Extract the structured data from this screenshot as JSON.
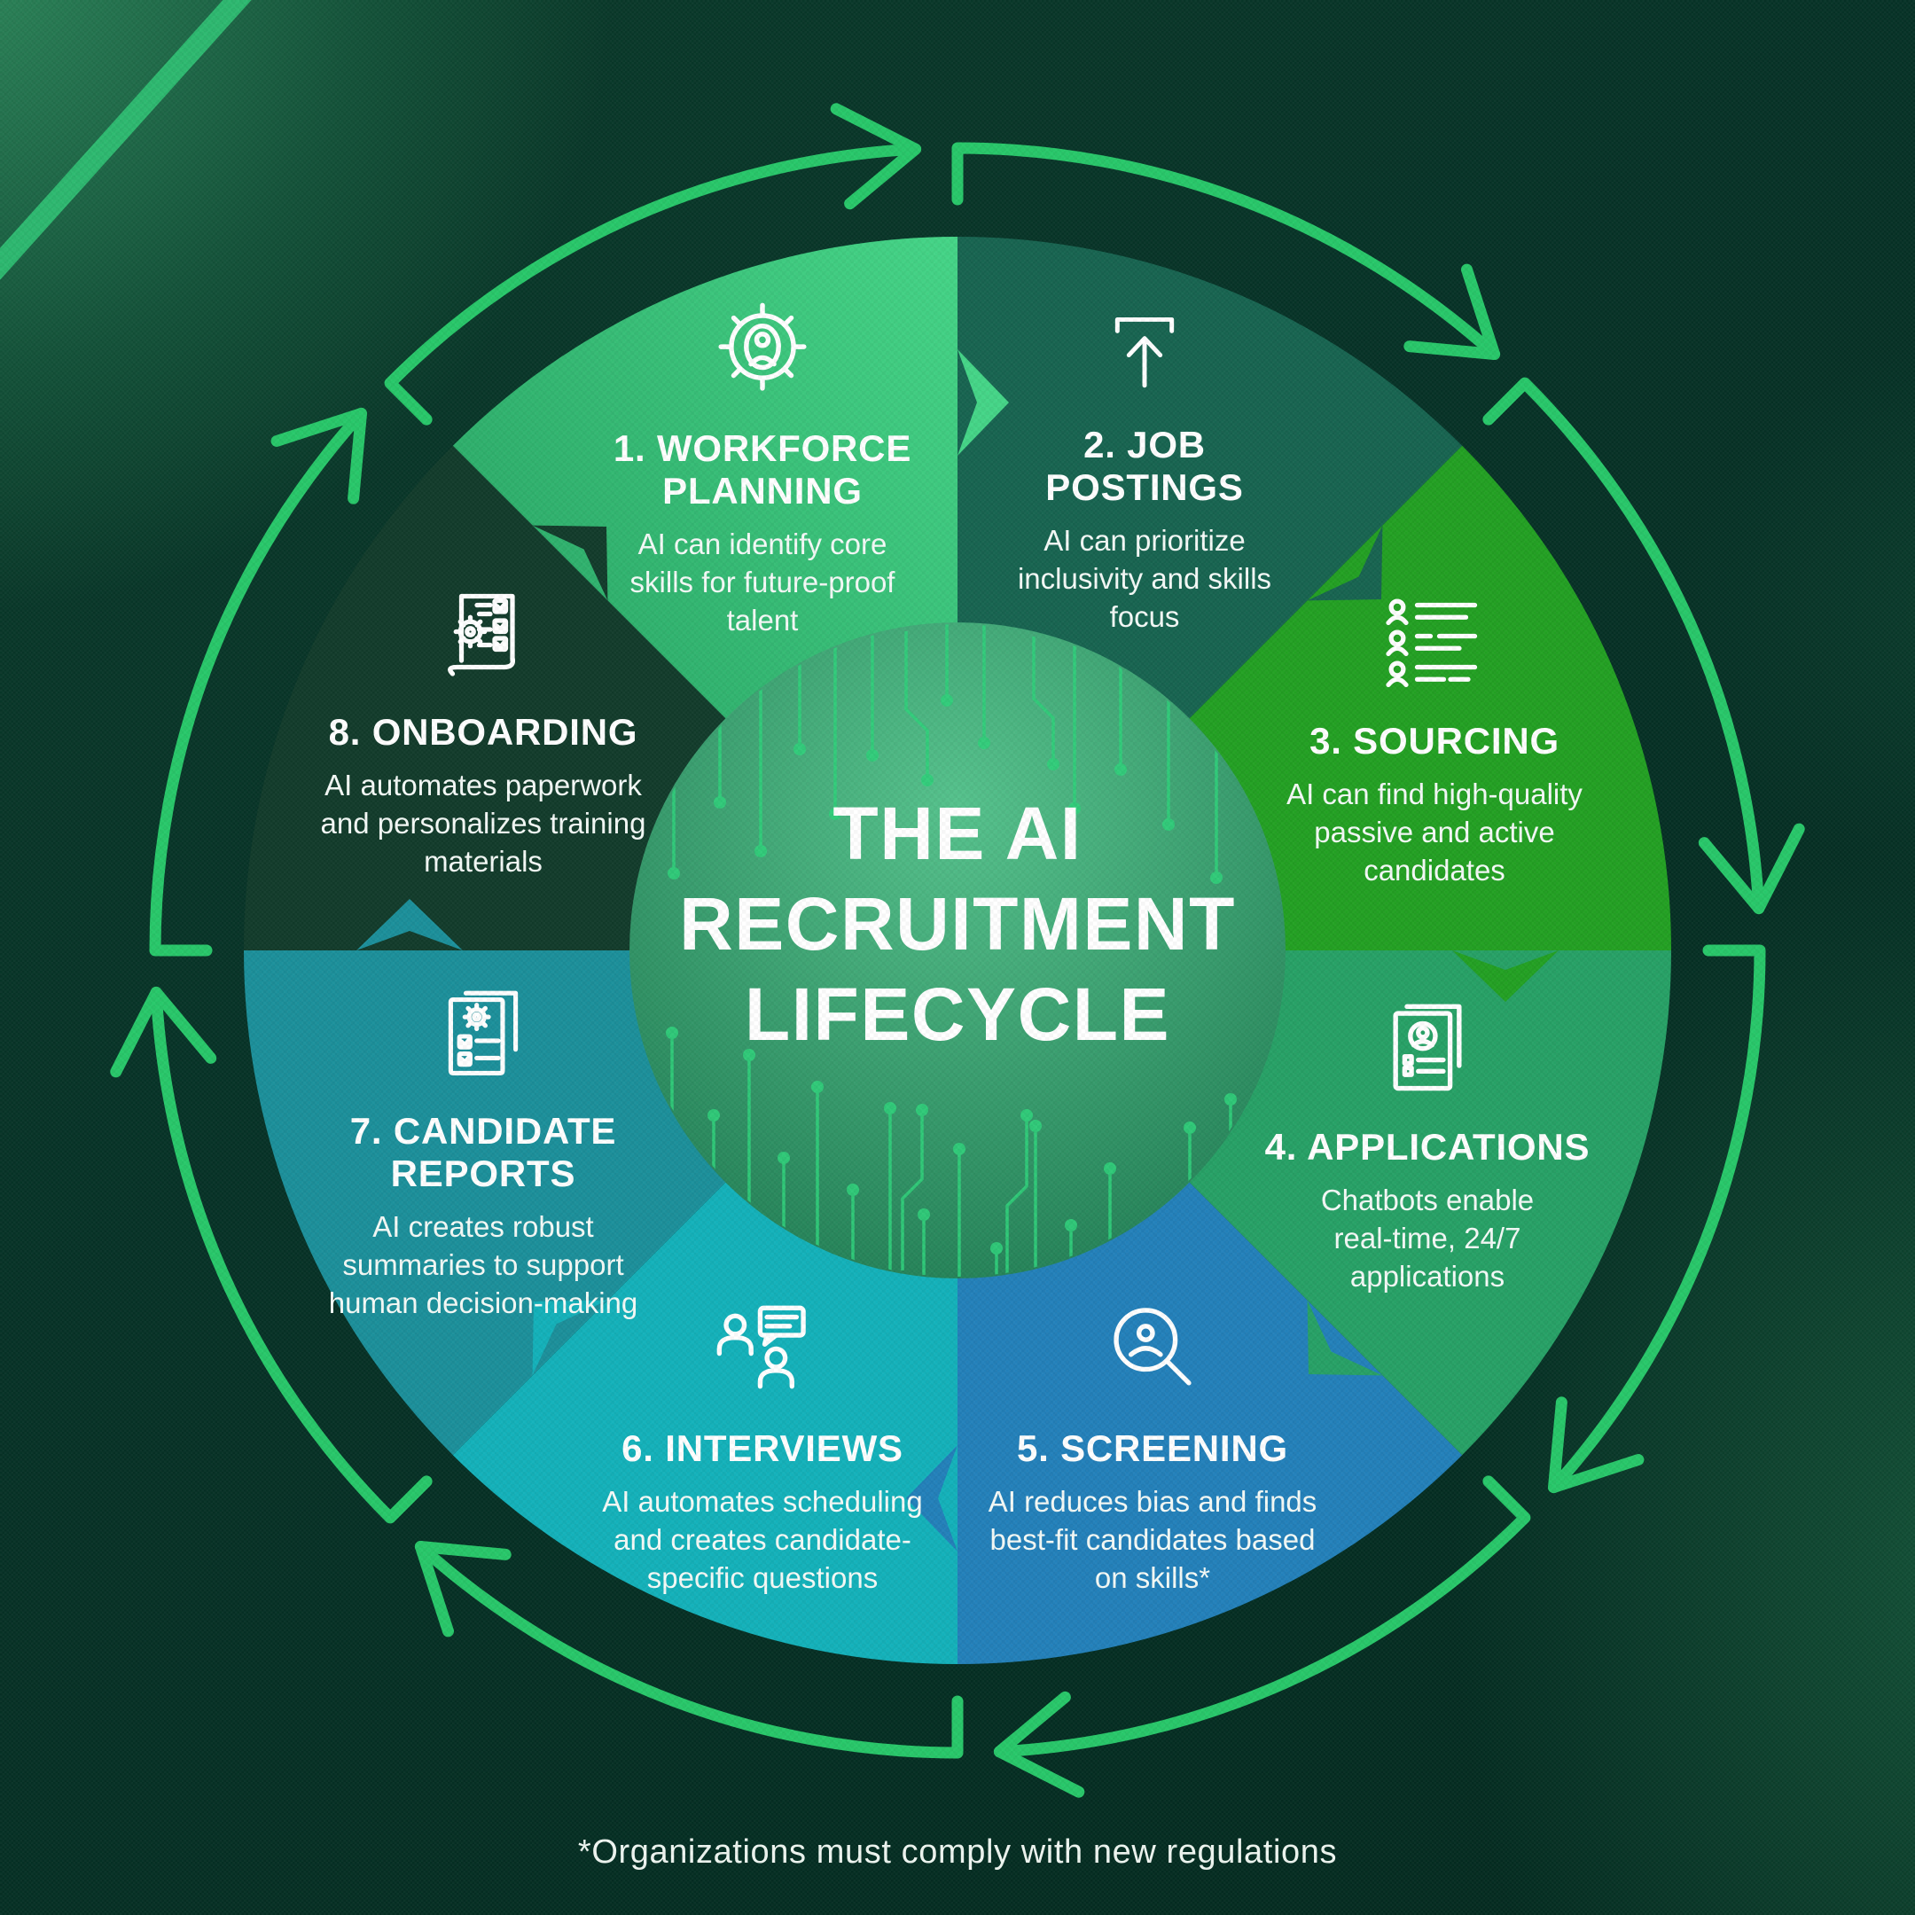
{
  "title_lines": [
    "THE AI",
    "RECRUITMENT",
    "LIFECYCLE"
  ],
  "footnote": "*Organizations must comply with new regulations",
  "theme": {
    "background": "#053024",
    "arrow_ring": "#27c769",
    "circuit": "#2fcf7a",
    "text": "#ffffff",
    "center_gradient_top": "#55c28c",
    "center_gradient_bottom": "#156f48",
    "workforce_gradient_start": "#219a5c",
    "workforce_gradient_end": "#44d587"
  },
  "segments": [
    {
      "id": 1,
      "name": "workforce-planning",
      "heading_lines": [
        "1. WORKFORCE",
        "PLANNING"
      ],
      "body": "AI can identify core skills for future-proof talent",
      "icon": "gear-person-icon",
      "color": "#2fae6c"
    },
    {
      "id": 2,
      "name": "job-postings",
      "heading_lines": [
        "2. JOB",
        "POSTINGS"
      ],
      "body": "AI can prioritize inclusivity and skills focus",
      "icon": "upload-icon",
      "color": "#176450"
    },
    {
      "id": 3,
      "name": "sourcing",
      "heading_lines": [
        "3. SOURCING"
      ],
      "body": "AI can find high-quality passive and active candidates",
      "icon": "candidate-list-icon",
      "color": "#22a022"
    },
    {
      "id": 4,
      "name": "applications",
      "heading_lines": [
        "4. APPLICATIONS"
      ],
      "body": "Chatbots enable real-time, 24/7 applications",
      "icon": "resume-stack-icon",
      "color": "#26a166"
    },
    {
      "id": 5,
      "name": "screening",
      "heading_lines": [
        "5. SCREENING"
      ],
      "body": "AI reduces bias and finds best-fit candidates based on skills*",
      "icon": "search-person-icon",
      "color": "#2280ba"
    },
    {
      "id": 6,
      "name": "interviews",
      "heading_lines": [
        "6. INTERVIEWS"
      ],
      "body": "AI automates scheduling and creates candidate-specific questions",
      "icon": "interview-chat-icon",
      "color": "#13b1ba"
    },
    {
      "id": 7,
      "name": "candidate-reports",
      "heading_lines": [
        "7. CANDIDATE",
        "REPORTS"
      ],
      "body": "AI creates robust summaries to support human decision-making",
      "icon": "report-gear-icon",
      "color": "#1b8f9a"
    },
    {
      "id": 8,
      "name": "onboarding",
      "heading_lines": [
        "8. ONBOARDING"
      ],
      "body": "AI automates paperwork and personalizes training materials",
      "icon": "scroll-checklist-icon",
      "color": "#123b2a"
    }
  ]
}
